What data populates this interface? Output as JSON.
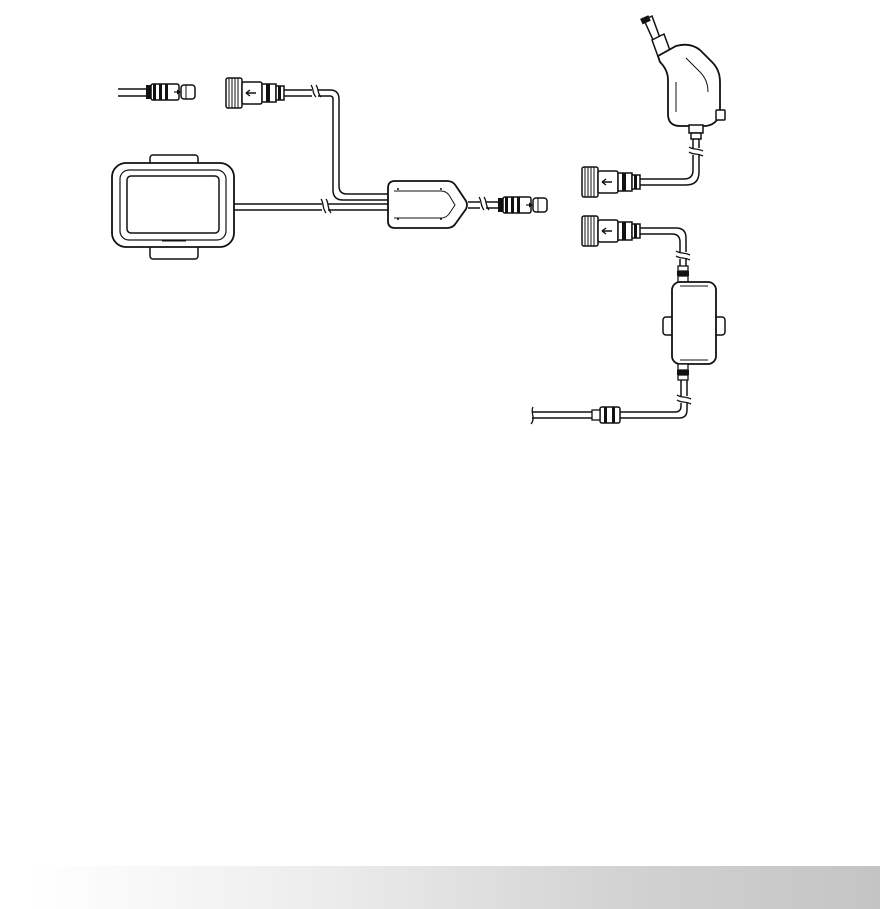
{
  "diagram": {
    "components": [
      {
        "name": "rear-input-cable",
        "label": ""
      },
      {
        "name": "display-unit",
        "label": ""
      },
      {
        "name": "junction-box",
        "label": ""
      },
      {
        "name": "car-charger-plug",
        "label": ""
      },
      {
        "name": "inline-converter-box",
        "label": ""
      },
      {
        "name": "power-cable-end",
        "label": ""
      }
    ]
  },
  "colors": {
    "line": "#111111",
    "fill": "#ffffff",
    "footer_start": "#ffffff",
    "footer_end": "#c4c4c4"
  },
  "icons": {
    "connector_arrow": "arrow-icon"
  }
}
